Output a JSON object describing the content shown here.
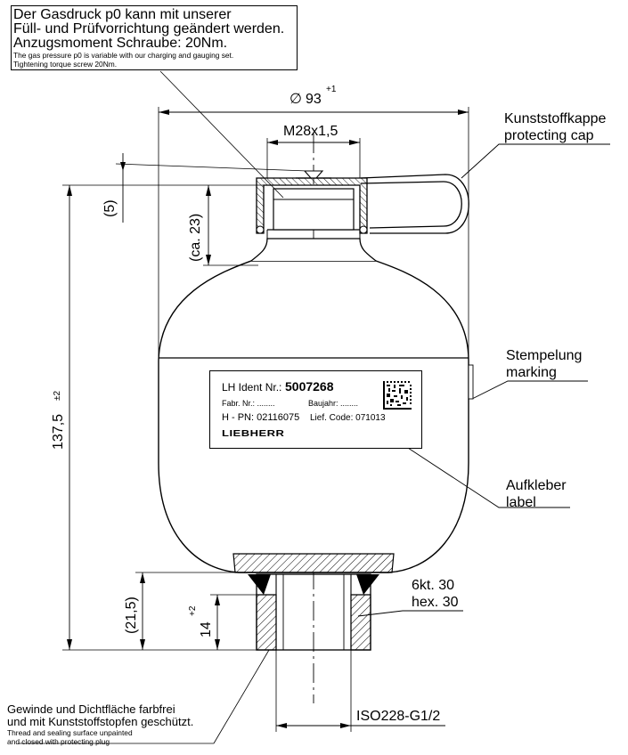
{
  "note": {
    "line1": "Der Gasdruck p0 kann mit unserer",
    "line2": "Füll- und Prüfvorrichtung geändert werden.",
    "line3": "Anzugsmoment Schraube: 20Nm.",
    "line4": "The gas pressure p0 is variable with our charging and gauging set.",
    "line5": "Tightening torque screw 20Nm."
  },
  "dims": {
    "diameter_symbol": "∅",
    "diameter": "93",
    "diameter_tol": "+1",
    "thread_top": "M28x1,5",
    "dim_5": "(5)",
    "dim_ca23": "(ca. 23)",
    "dim_height": "137,5",
    "dim_height_tol": "±2",
    "dim_215": "(21,5)",
    "dim_14": "14",
    "dim_14_tol": "+2"
  },
  "callouts": {
    "cap_de": "Kunststoffkappe",
    "cap_en": "protecting cap",
    "marking_de": "Stempelung",
    "marking_en": "marking",
    "label_de": "Aufkleber",
    "label_en": "label",
    "hex_de": "6kt. 30",
    "hex_en": "hex. 30",
    "iso": "ISO228-G1/2"
  },
  "bottom_note": {
    "line1": "Gewinde und Dichtfläche farbfrei",
    "line2": "und mit Kunststoffstopfen geschützt.",
    "line3": "Thread and sealing surface unpainted",
    "line4": "and closed with protecting plug"
  },
  "sticker": {
    "ident_label": "LH Ident Nr.:",
    "ident_value": "5007268",
    "fabr": "Fabr. Nr.: ........",
    "baujahr": "Baujahr: ........",
    "pn": "H - PN: 02116075",
    "lief": "Lief. Code: 071013",
    "brand": "LIEBHERR"
  }
}
